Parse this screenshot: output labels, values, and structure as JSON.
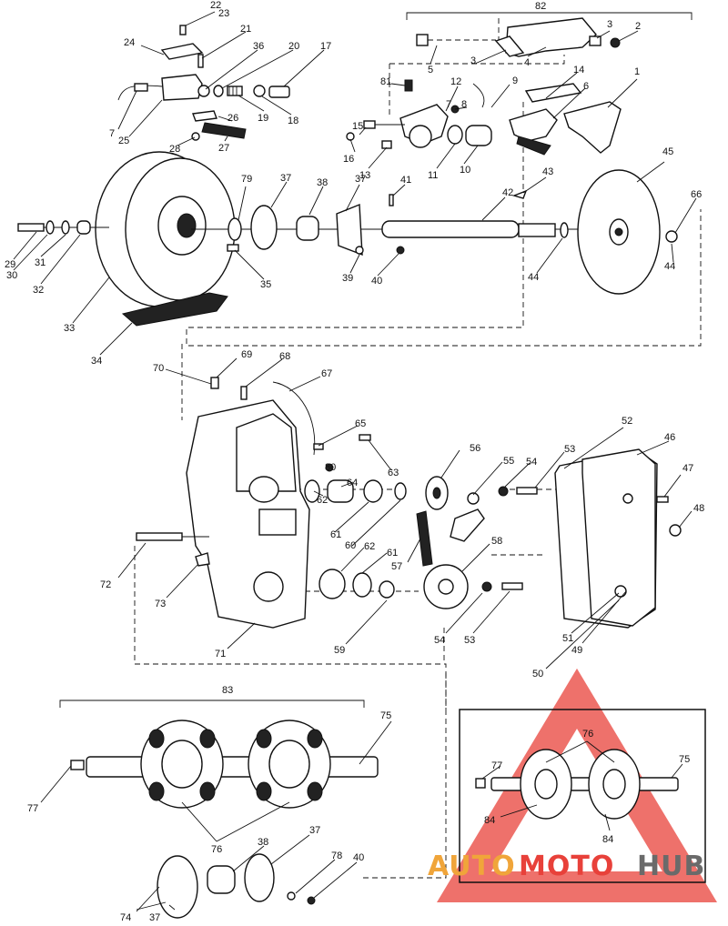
{
  "labels": {
    "l1": "1",
    "l2": "2",
    "l3a": "3",
    "l3b": "3",
    "l4": "4",
    "l5": "5",
    "l6": "6",
    "l7a": "7",
    "l7b": "7",
    "l8": "8",
    "l9": "9",
    "l10": "10",
    "l11": "11",
    "l12": "12",
    "l13": "13",
    "l14": "14",
    "l15": "15",
    "l16": "16",
    "l17": "17",
    "l18": "18",
    "l19": "19",
    "l20": "20",
    "l21": "21",
    "l22": "22",
    "l23": "23",
    "l24": "24",
    "l25": "25",
    "l26": "26",
    "l27": "27",
    "l28": "28",
    "l29": "29",
    "l30": "30",
    "l31": "31",
    "l32": "32",
    "l33": "33",
    "l34": "34",
    "l35": "35",
    "l36": "36",
    "l37a": "37",
    "l37b": "37",
    "l38": "38",
    "l39": "39",
    "l40": "40",
    "l41": "41",
    "l42": "42",
    "l43": "43",
    "l44a": "44",
    "l44b": "44",
    "l45": "45",
    "l66": "66",
    "l79": "79",
    "l81": "81",
    "l82": "82",
    "l46": "46",
    "l47": "47",
    "l48": "48",
    "l49": "49",
    "l50": "50",
    "l51": "51",
    "l52": "52",
    "l53a": "53",
    "l53b": "53",
    "l54a": "54",
    "l54b": "54",
    "l55": "55",
    "l56": "56",
    "l57": "57",
    "l58": "58",
    "l59": "59",
    "l60": "60",
    "l61a": "61",
    "l61b": "61",
    "l62a": "62",
    "l62b": "62",
    "l63": "63",
    "l64": "64",
    "l65": "65",
    "l67": "67",
    "l68": "68",
    "l69": "69",
    "l70": "70",
    "l71": "71",
    "l72": "72",
    "l73": "73",
    "l80": "80",
    "l83": "83",
    "l75a": "75",
    "l77a": "77",
    "l76a": "76",
    "l74": "74",
    "l37c": "37",
    "l37d": "37",
    "l38b": "38",
    "l78": "78",
    "l40b": "40",
    "i76": "76",
    "i77": "77",
    "i75": "75",
    "i84a": "84",
    "i84b": "84"
  },
  "watermark": {
    "part1": "AUTO",
    "part2": "MOTO",
    "part3": "HUB",
    "color_orange": "#f0a53a",
    "color_red": "#e8413a",
    "color_gray": "#6a6a6a"
  }
}
